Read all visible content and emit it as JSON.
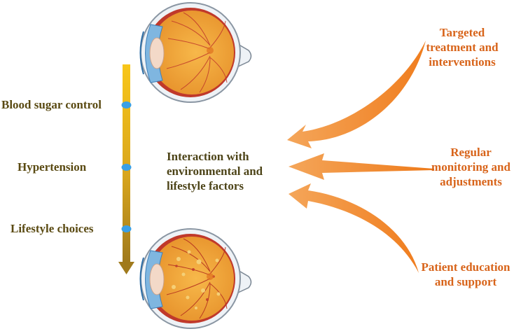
{
  "colors": {
    "factor_text": "#5a4a12",
    "intervention_text": "#d8641a",
    "center_text": "#4d4418",
    "timeline_top": "#f6c21a",
    "timeline_bottom": "#a8811c",
    "marker": "#3aa0e6",
    "arrow_orange": "#f08a2a"
  },
  "factors": [
    {
      "label": "Blood sugar control"
    },
    {
      "label": "Hypertension"
    },
    {
      "label": "Lifestyle choices"
    }
  ],
  "center": {
    "lines": [
      "Interaction with",
      "environmental and",
      "lifestyle factors"
    ]
  },
  "interventions": [
    {
      "lines": [
        "Targeted",
        "treatment and",
        "interventions"
      ]
    },
    {
      "lines": [
        "Regular",
        "monitoring and",
        "adjustments"
      ]
    },
    {
      "lines": [
        "Patient education",
        "and support"
      ]
    }
  ],
  "icons": [
    "healthy-eye-icon",
    "diseased-retina-eye-icon"
  ]
}
